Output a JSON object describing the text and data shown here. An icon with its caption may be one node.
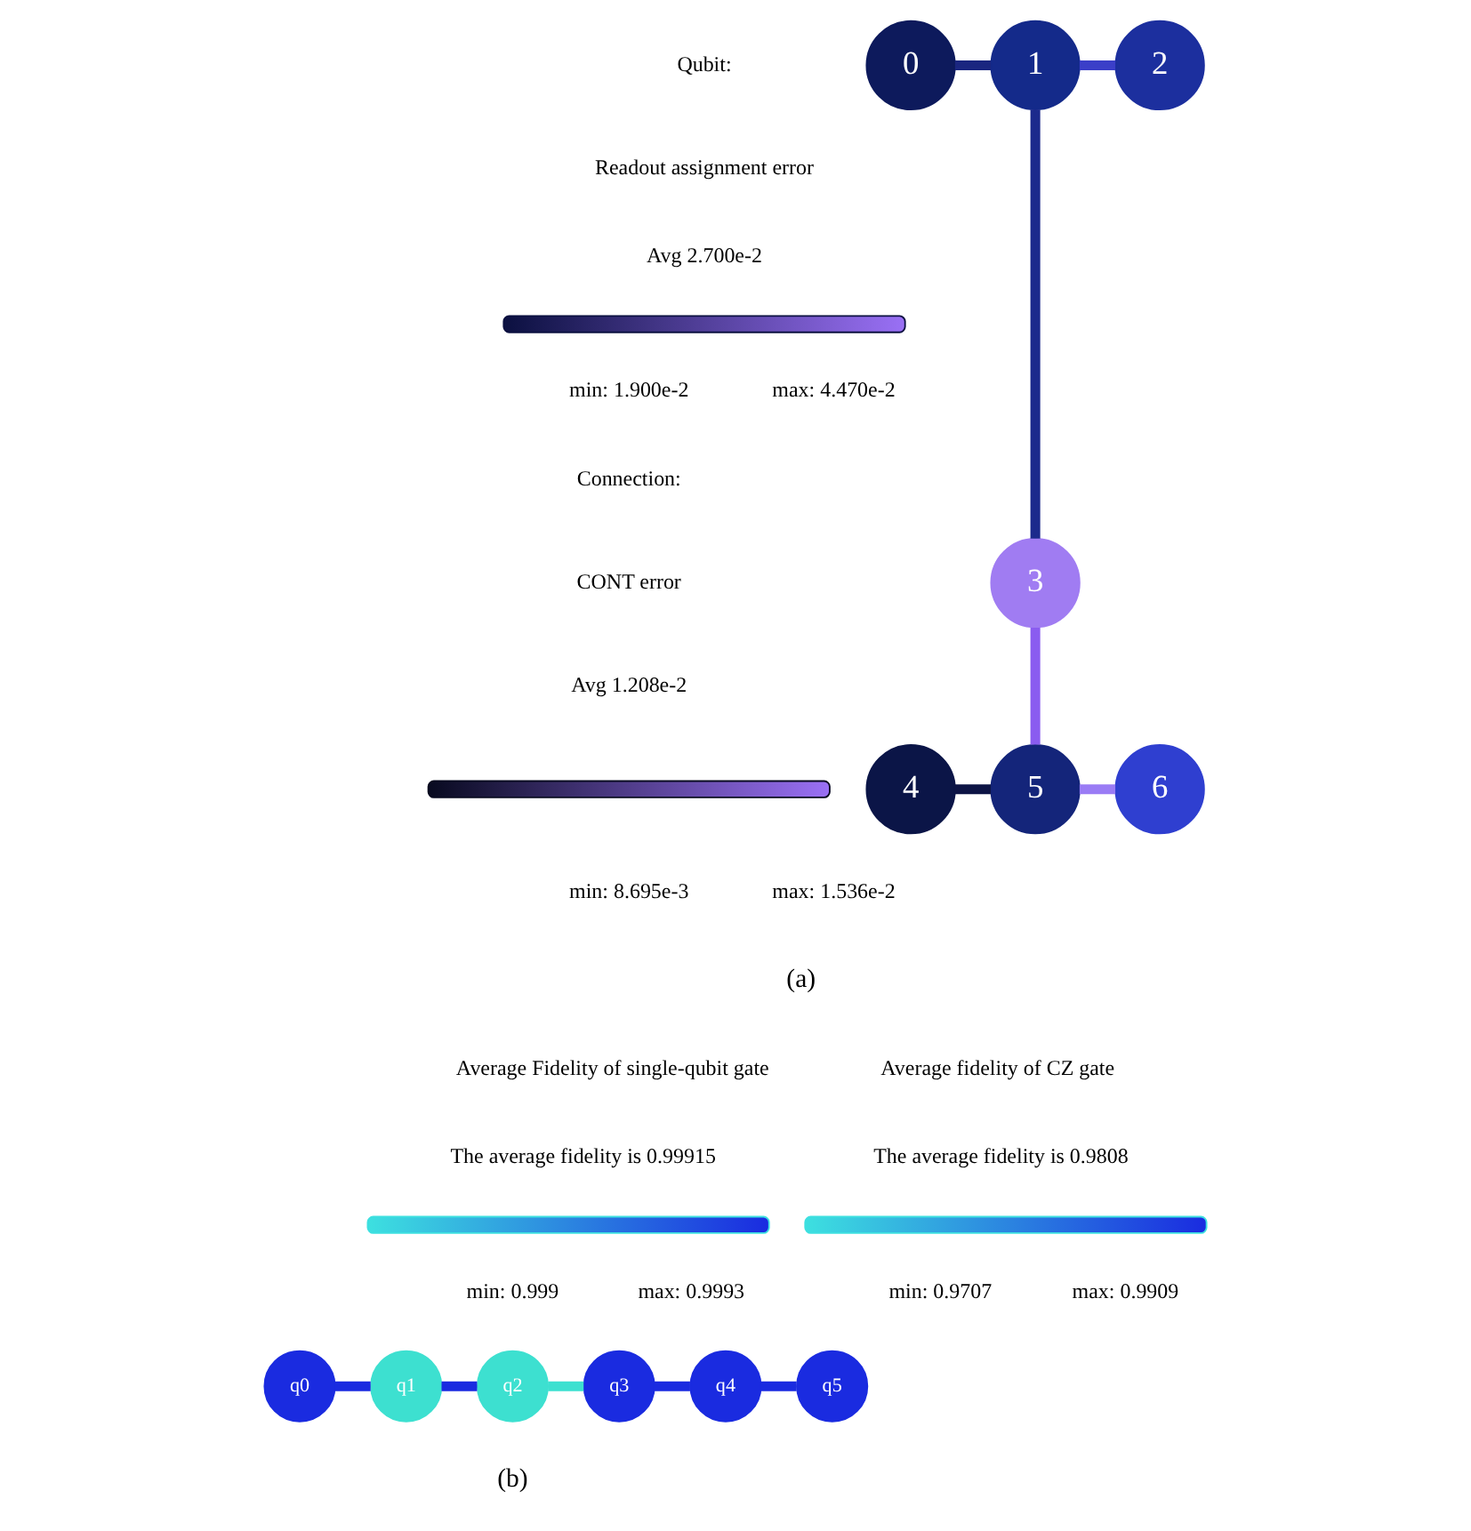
{
  "diagram": {
    "nodes": [
      {
        "text": [
          "0"
        ]
      },
      {
        "text": [
          "1"
        ]
      },
      {
        "text": [
          "2"
        ]
      },
      {
        "text": [
          "3"
        ]
      },
      {
        "text": [
          "4"
        ]
      },
      {
        "text": [
          "5"
        ]
      },
      {
        "text": [
          "6"
        ]
      },
      {
        "text": [
          "q0"
        ]
      },
      {
        "text": [
          "q1"
        ]
      },
      {
        "text": [
          "q2"
        ]
      },
      {
        "text": [
          "q3"
        ]
      },
      {
        "text": [
          "q4"
        ]
      },
      {
        "text": [
          "q5"
        ]
      }
    ],
    "edges": [
      {
        "from": 0,
        "to": 1,
        "arrow": "none",
        "color": "#1a2680"
      },
      {
        "from": 1,
        "to": 2,
        "arrow": "none",
        "color": "#3b3fc8"
      },
      {
        "from": 1,
        "to": 3,
        "arrow": "none",
        "color": "#1c2a8c"
      },
      {
        "from": 3,
        "to": 5,
        "arrow": "none",
        "color": "#8a5cf0"
      },
      {
        "from": 4,
        "to": 5,
        "arrow": "none",
        "color": "#0d1445"
      },
      {
        "from": 5,
        "to": 6,
        "arrow": "none",
        "color": "#9a7cf5"
      },
      {
        "from": 7,
        "to": 8,
        "arrow": "none",
        "color": "#1a2be0"
      },
      {
        "from": 8,
        "to": 9,
        "arrow": "none",
        "color": "#1a2be0"
      },
      {
        "from": 9,
        "to": 10,
        "arrow": "none",
        "color": "#3de0d0"
      },
      {
        "from": 10,
        "to": 11,
        "arrow": "none",
        "color": "#1a2be0"
      },
      {
        "from": 11,
        "to": 12,
        "arrow": "none",
        "color": "#1a2be0"
      }
    ],
    "labels": [
      "Qubit:",
      "Readout assignment error",
      "Avg 2.700e-2",
      "min: 1.900e-2",
      "max: 4.470e-2",
      "Connection:",
      "CONT error",
      "Avg 1.208e-2",
      "min: 8.695e-3",
      "max: 1.536e-2",
      "(a)",
      "Average Fidelity of single-qubit gate",
      "The average fidelity is 0.99915",
      "min: 0.999",
      "max: 0.9993",
      "Average fidelity of CZ gate",
      "The average fidelity is 0.9808",
      "min: 0.9707",
      "max: 0.9909",
      "(b)"
    ]
  }
}
